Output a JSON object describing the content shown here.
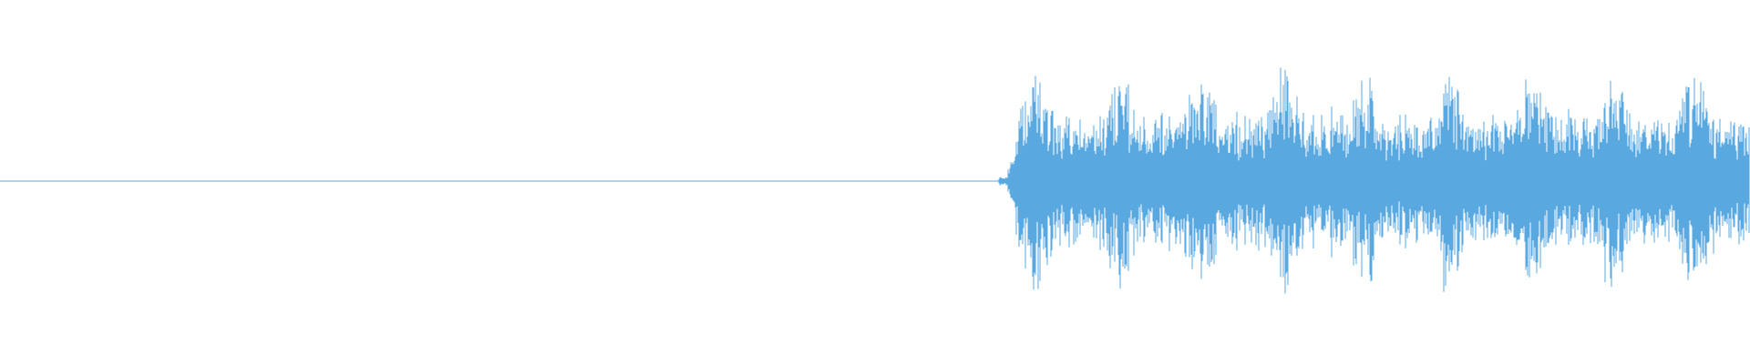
{
  "waveform": {
    "color": "#5aa8e0",
    "silence_until_fraction": 0.6,
    "peak_amplitude": 0.54,
    "burst_count": 9
  }
}
